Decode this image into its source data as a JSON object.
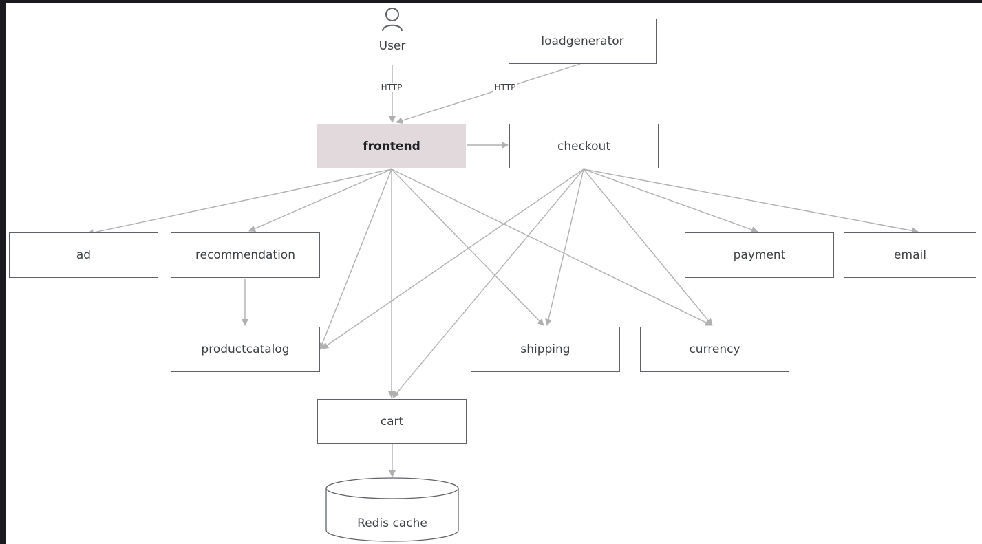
{
  "nodes": {
    "user": "User",
    "loadgenerator": "loadgenerator",
    "frontend": "frontend",
    "checkout": "checkout",
    "ad": "ad",
    "recommendation": "recommendation",
    "payment": "payment",
    "email": "email",
    "productcatalog": "productcatalog",
    "shipping": "shipping",
    "currency": "currency",
    "cart": "cart",
    "redis": "Redis cache"
  },
  "edge_labels": {
    "user_to_frontend": "HTTP",
    "loadgenerator_to_frontend": "HTTP"
  },
  "edges": [
    [
      "user",
      "frontend"
    ],
    [
      "loadgenerator",
      "frontend"
    ],
    [
      "frontend",
      "checkout"
    ],
    [
      "frontend",
      "ad"
    ],
    [
      "frontend",
      "recommendation"
    ],
    [
      "frontend",
      "productcatalog"
    ],
    [
      "frontend",
      "cart"
    ],
    [
      "frontend",
      "shipping"
    ],
    [
      "frontend",
      "currency"
    ],
    [
      "checkout",
      "productcatalog"
    ],
    [
      "checkout",
      "cart"
    ],
    [
      "checkout",
      "shipping"
    ],
    [
      "checkout",
      "currency"
    ],
    [
      "checkout",
      "payment"
    ],
    [
      "checkout",
      "email"
    ],
    [
      "recommendation",
      "productcatalog"
    ],
    [
      "cart",
      "redis"
    ]
  ],
  "colors": {
    "frontend_fill": "#e2d9dc",
    "box_border": "#5f6368",
    "arrow": "#b0b0b0",
    "background": "#1b1b1f"
  }
}
